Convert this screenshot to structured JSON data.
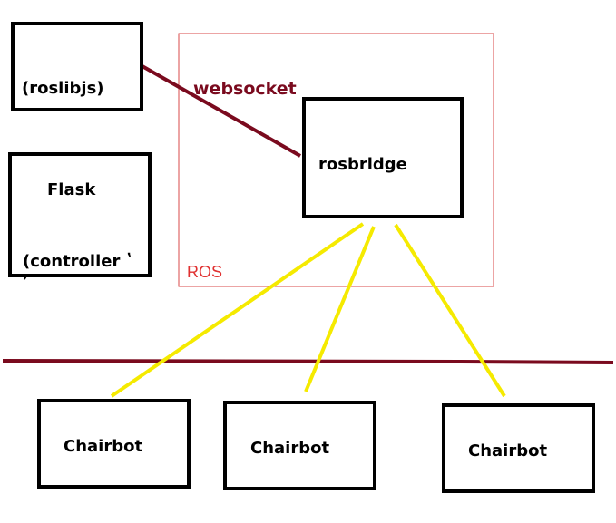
{
  "colors": {
    "box_border": "#000000",
    "ros_border": "#d84a4a",
    "ros_label": "#e03030",
    "websocket_line": "#7a0a1e",
    "websocket_label": "#7a0a1e",
    "divider": "#7a0a1e",
    "yellow_links": "#f5ea00"
  },
  "roslibjs_box": {
    "label": "(roslibjs)"
  },
  "flask_box": {
    "title": "Flask",
    "subtitle": "(controller ʽ",
    "subtitle_tail": "ʼ"
  },
  "ros_region": {
    "label": "ROS"
  },
  "websocket_link": {
    "label": "websocket"
  },
  "rosbridge_box": {
    "label": "rosbridge"
  },
  "chairbots": [
    {
      "label": "Chairbot"
    },
    {
      "label": "Chairbot"
    },
    {
      "label": "Chairbot"
    }
  ]
}
